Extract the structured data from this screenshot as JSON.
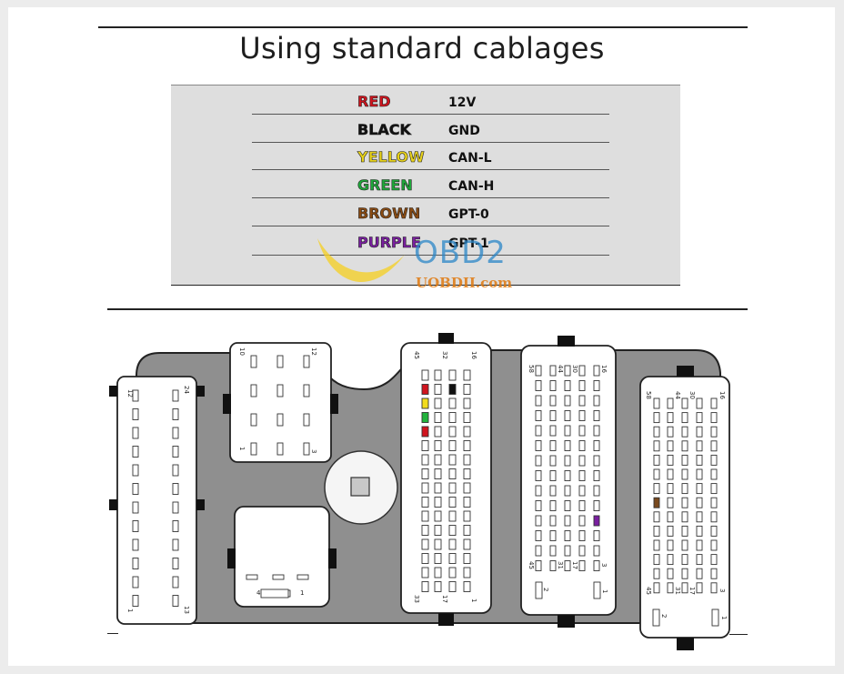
{
  "title": "Using  standard cablages",
  "legend": [
    {
      "color": "RED",
      "signal": "12V",
      "hex": "#d0141e"
    },
    {
      "color": "BLACK",
      "signal": "GND",
      "hex": "#111111"
    },
    {
      "color": "YELLOW",
      "signal": "CAN-L",
      "hex": "#e8d21a"
    },
    {
      "color": "GREEN",
      "signal": "CAN-H",
      "hex": "#1fa83a"
    },
    {
      "color": "BROWN",
      "signal": "GPT-0",
      "hex": "#8a4b12"
    },
    {
      "color": "PURPLE",
      "signal": "GPT-1",
      "hex": "#7a1fa0"
    }
  ],
  "watermark": {
    "logo": "OBD2",
    "url": "UOBDII.com"
  },
  "connectors": {
    "c24": {
      "pins_top": [
        "12",
        "24"
      ],
      "pins_bottom": [
        "1",
        "13"
      ]
    },
    "c12": {
      "pins_top": [
        "10",
        "12"
      ],
      "pins_bottom": [
        "1",
        "3"
      ]
    },
    "c4": {
      "pins": [
        "4",
        "1"
      ]
    },
    "c48": {
      "pins_top": [
        "45",
        "32",
        "16"
      ],
      "pins_bottom": [
        "33",
        "17",
        "1"
      ]
    },
    "c60a": {
      "pins_top": [
        "58",
        "44",
        "30",
        "16"
      ],
      "pins_mid": [
        "45",
        "31",
        "17",
        "3"
      ],
      "pins_bottom": [
        "2",
        "1"
      ]
    },
    "c60b": {
      "pins_top": [
        "58",
        "44",
        "30",
        "16"
      ],
      "pins_mid": [
        "45",
        "31",
        "17",
        "3"
      ],
      "pins_bottom": [
        "2",
        "1"
      ]
    }
  },
  "pin_colors": {
    "red": "#d0141e",
    "black": "#111111",
    "yellow": "#f2dc1c",
    "green": "#22b33c",
    "brown": "#7a4a1e",
    "purple": "#7a1fa0"
  }
}
